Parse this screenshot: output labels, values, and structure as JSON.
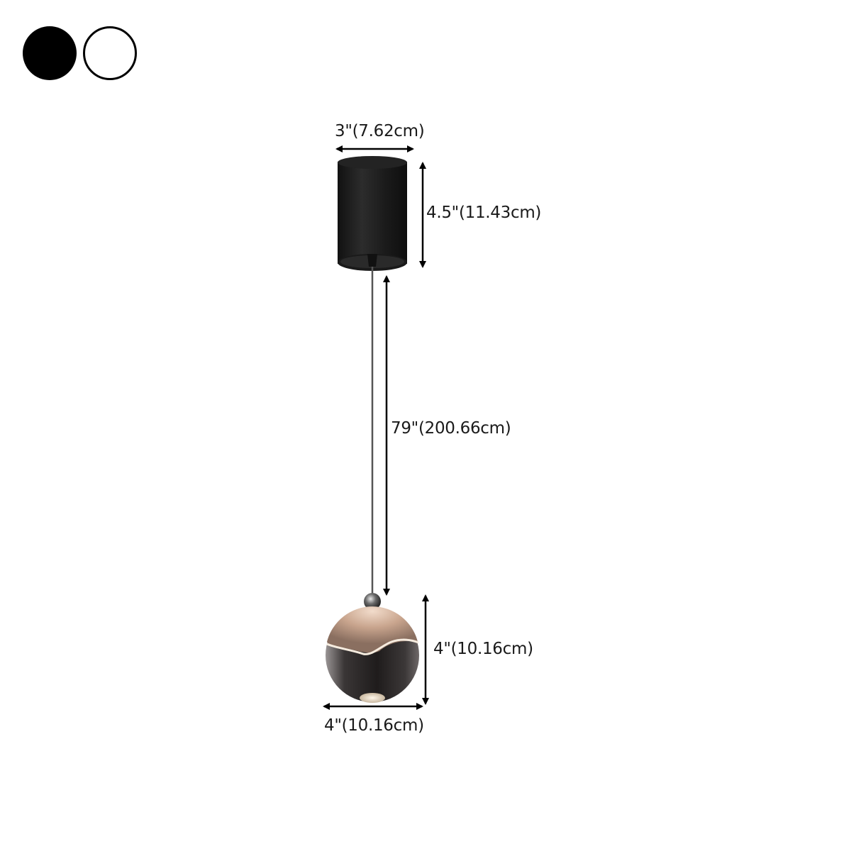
{
  "color_options": [
    {
      "name": "Black",
      "hex": "#000000"
    },
    {
      "name": "White",
      "hex": "#ffffff"
    }
  ],
  "product": {
    "type": "pendant light",
    "canopy_color": "#1c1c1c",
    "shade_colors": {
      "top": "#c8a890",
      "body": "#2a2828"
    }
  },
  "dimensions": {
    "canopy_width": "3\"(7.62cm)",
    "canopy_height": "4.5\"(11.43cm)",
    "cord_length": "79\"(200.66cm)",
    "shade_height": "4\"(10.16cm)",
    "shade_width": "4\"(10.16cm)"
  }
}
